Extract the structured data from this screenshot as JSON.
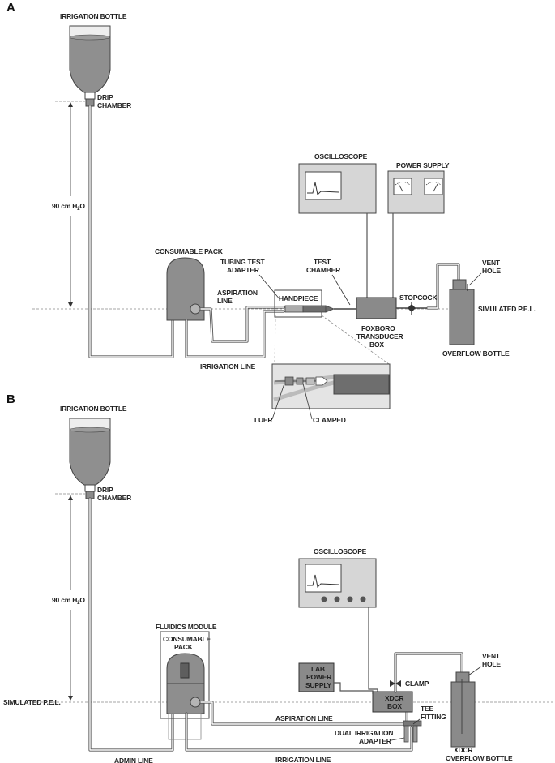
{
  "panel_a": {
    "letter": "A",
    "irrigation_bottle": "IRRIGATION BOTTLE",
    "drip_chamber": [
      "DRIP",
      "CHAMBER"
    ],
    "height_label": "90 cm H",
    "height_sub": "2",
    "height_tail": "O",
    "consumable_pack": "CONSUMABLE PACK",
    "tubing_test_adapter": [
      "TUBING TEST",
      "ADAPTER"
    ],
    "test_chamber": [
      "TEST",
      "CHAMBER"
    ],
    "oscilloscope": "OSCILLOSCOPE",
    "power_supply": "POWER SUPPLY",
    "vent_hole": [
      "VENT",
      "HOLE"
    ],
    "aspiration_line": [
      "ASPIRATION",
      "LINE"
    ],
    "handpiece": "HANDPIECE",
    "stopcock": "STOPCOCK",
    "simulated_pel": "SIMULATED P.E.L.",
    "foxboro": [
      "FOXBORO",
      "TRANSDUCER",
      "BOX"
    ],
    "overflow_bottle": "OVERFLOW BOTTLE",
    "irrigation_line": "IRRIGATION LINE",
    "luer": "LUER",
    "clamped": "CLAMPED"
  },
  "panel_b": {
    "letter": "B",
    "irrigation_bottle": "IRRIGATION BOTTLE",
    "drip_chamber": [
      "DRIP",
      "CHAMBER"
    ],
    "height_label": "90 cm H",
    "height_sub": "2",
    "height_tail": "O",
    "oscilloscope": "OSCILLOSCOPE",
    "fluidics_module": "FLUIDICS MODULE",
    "consumable_pack": [
      "CONSUMABLE",
      "PACK"
    ],
    "vent_hole": [
      "VENT",
      "HOLE"
    ],
    "lab_power_supply": [
      "LAB",
      "POWER",
      "SUPPLY"
    ],
    "clamp": "CLAMP",
    "simulated_pel": "SIMULATED P.E.L.",
    "xdcr_box": [
      "XDCR",
      "BOX"
    ],
    "tee_fitting": [
      "TEE",
      "FITTING"
    ],
    "aspiration_line": "ASPIRATION LINE",
    "dual_irrigation_adapter": [
      "DUAL IRRIGATION",
      "ADAPTER"
    ],
    "admin_line": "ADMIN LINE",
    "irrigation_line": "IRRIGATION LINE",
    "xdcr_overflow_bottle": [
      "XDCR",
      "OVERFLOW BOTTLE"
    ]
  }
}
